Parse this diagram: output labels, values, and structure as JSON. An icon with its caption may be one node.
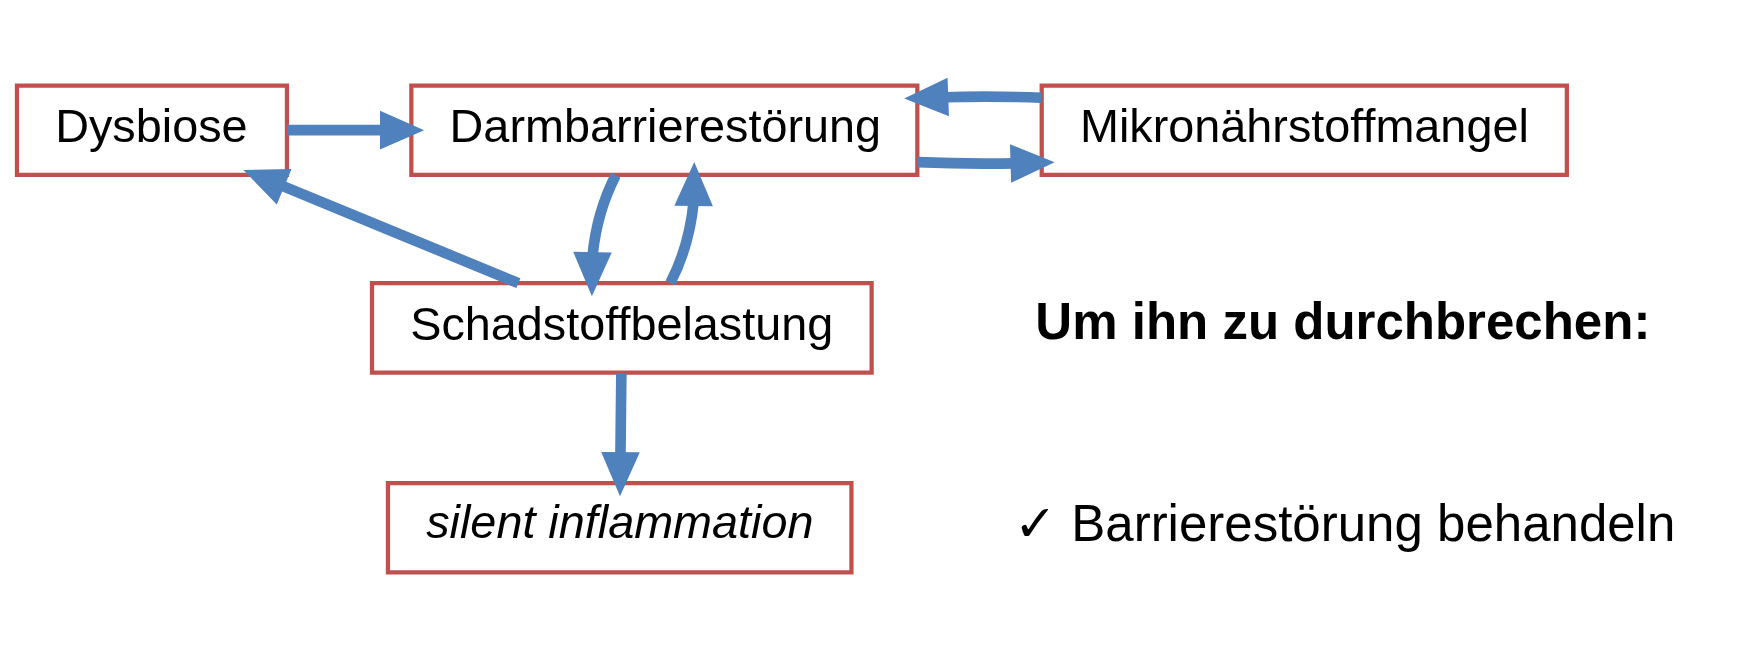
{
  "diagram": {
    "nodes": [
      {
        "text": [
          "Dysbiose"
        ]
      },
      {
        "text": [
          "Darmbarrierestörung"
        ]
      },
      {
        "text": [
          "Mikronährstoffmangel"
        ]
      },
      {
        "text": [
          "Schadstoffbelastung"
        ]
      },
      {
        "text": [
          "silent inflammation"
        ]
      }
    ],
    "edges": [
      {
        "from": 0,
        "to": 1,
        "arrow": "to"
      },
      {
        "from": 3,
        "to": 0,
        "arrow": "to"
      },
      {
        "from": 1,
        "to": 3,
        "arrow": "to"
      },
      {
        "from": 3,
        "to": 1,
        "arrow": "to"
      },
      {
        "from": 1,
        "to": 2,
        "arrow": "to"
      },
      {
        "from": 2,
        "to": 1,
        "arrow": "to"
      },
      {
        "from": 3,
        "to": 4,
        "arrow": "to"
      }
    ],
    "labels": [
      "Um ihn zu durchbrechen:",
      "✓ Barrierestörung behandeln"
    ]
  }
}
